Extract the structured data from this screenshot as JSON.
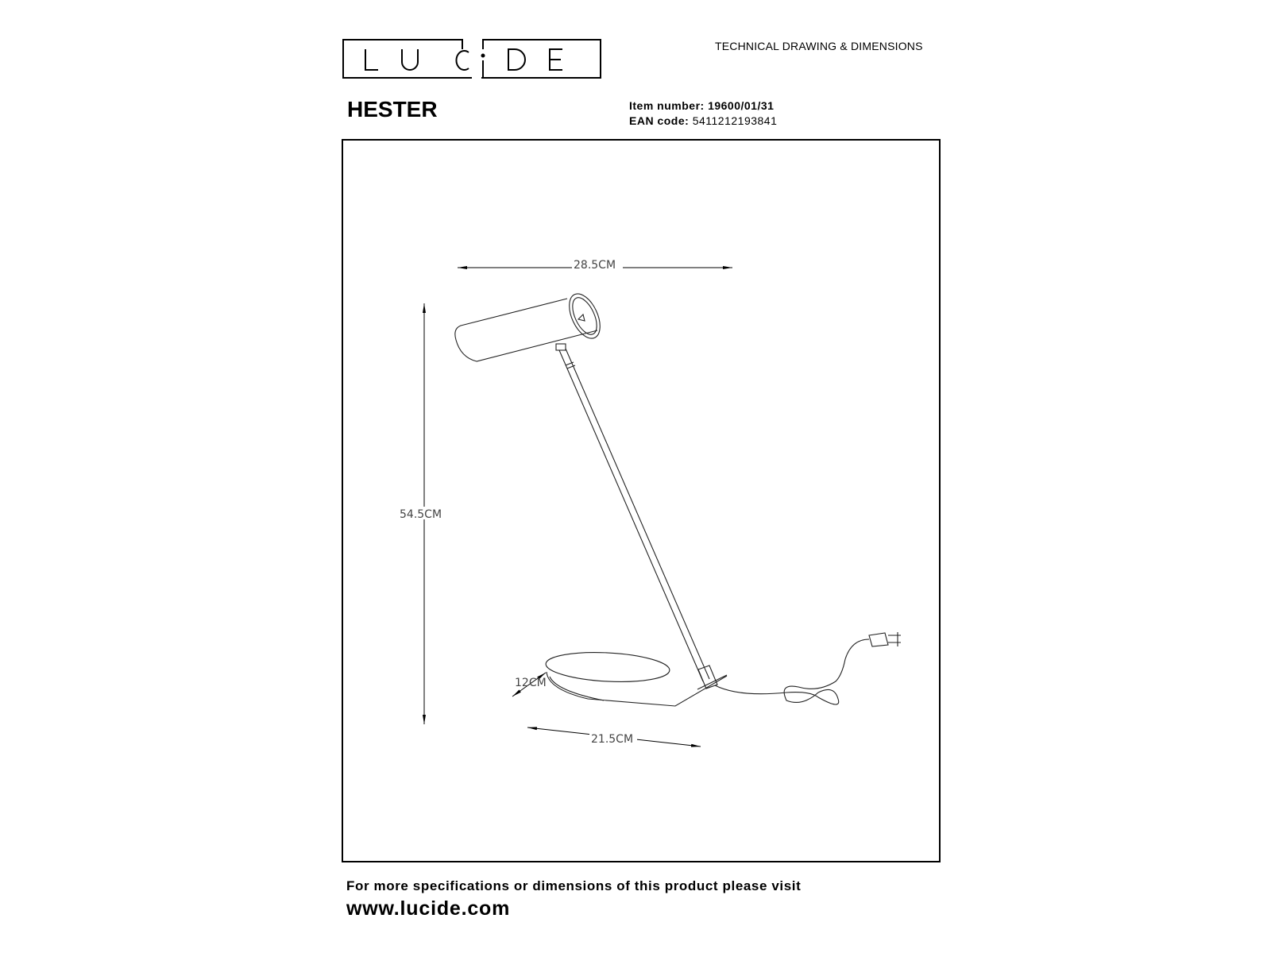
{
  "header": {
    "logo_text": "LUCIDE",
    "doc_type": "TECHNICAL DRAWING & DIMENSIONS"
  },
  "product": {
    "name": "HESTER",
    "item_number_label": "Item number:",
    "item_number": "19600/01/31",
    "ean_label": "EAN code:",
    "ean": "5411212193841"
  },
  "drawing": {
    "width_label": "28.5CM",
    "height_label": "54.5CM",
    "base_length_label": "21.5CM",
    "base_width_label": "12CM"
  },
  "footer": {
    "text": "For more specifications or dimensions of this product please visit",
    "url": "www.lucide.com"
  }
}
